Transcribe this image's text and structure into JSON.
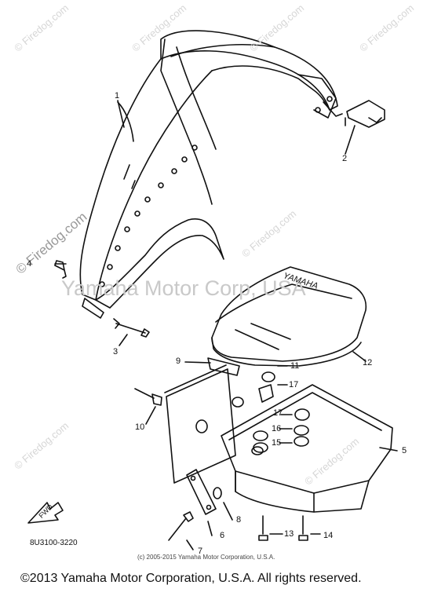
{
  "watermark": {
    "site_text": "© Firedog.com",
    "center_text": "Yamaha Motor Corp, USA"
  },
  "callouts": {
    "n1": "1",
    "n2": "2",
    "n3": "3",
    "n4": "4",
    "n5": "5",
    "n6": "6",
    "n7": "7",
    "n8": "8",
    "n9": "9",
    "n10": "10",
    "n11": "11",
    "n12": "12",
    "n13": "13",
    "n14": "14",
    "n15": "15",
    "n16": "16",
    "n17a": "17",
    "n17b": "17"
  },
  "tank_logo": "YAMAHA",
  "fwd_label": "FWD",
  "diagram_code": "8U3100-3220",
  "small_copyright": "(c) 2005-2015 Yamaha Motor Corporation, U.S.A.",
  "footer_copyright": "©2013 Yamaha Motor Corporation, U.S.A. All rights reserved."
}
